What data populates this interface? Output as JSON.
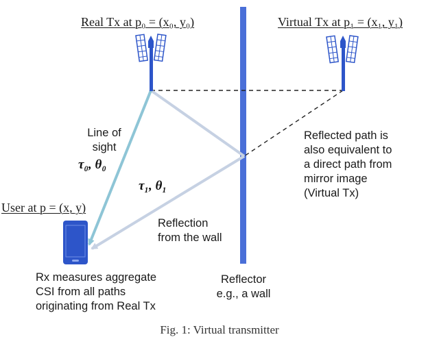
{
  "labels": {
    "real_tx": "Real Tx at p₀ = (x₀, y₀)",
    "virtual_tx": "Virtual Tx at p₁ = (x₁, y₁)",
    "user": "User at p = (x, y)",
    "line_of_sight": [
      "Line of",
      "sight"
    ],
    "los_params": "τ₀, θ₀",
    "reflected_params": "τ₁, θ₁",
    "reflection": [
      "Reflection",
      "from the wall"
    ],
    "reflected_note": [
      "Reflected path is",
      "also equivalent to",
      "a direct path from",
      "mirror image",
      "(Virtual Tx)"
    ],
    "rx_note": [
      "Rx measures aggregate",
      "CSI from all paths",
      "originating from Real Tx"
    ],
    "reflector": [
      "Reflector",
      "e.g., a wall"
    ],
    "caption": "Fig. 1: Virtual transmitter"
  },
  "colors": {
    "wall": "#4a6fd8",
    "antenna": "#2d55c9",
    "phone": "#2d55c9",
    "los_path": "#8ec5d6",
    "reflected_path": "#c6d1e3",
    "dashed": "#222222"
  },
  "icons": {
    "tx_tower": "cell-tower-icon",
    "rx_device": "smartphone-icon"
  }
}
